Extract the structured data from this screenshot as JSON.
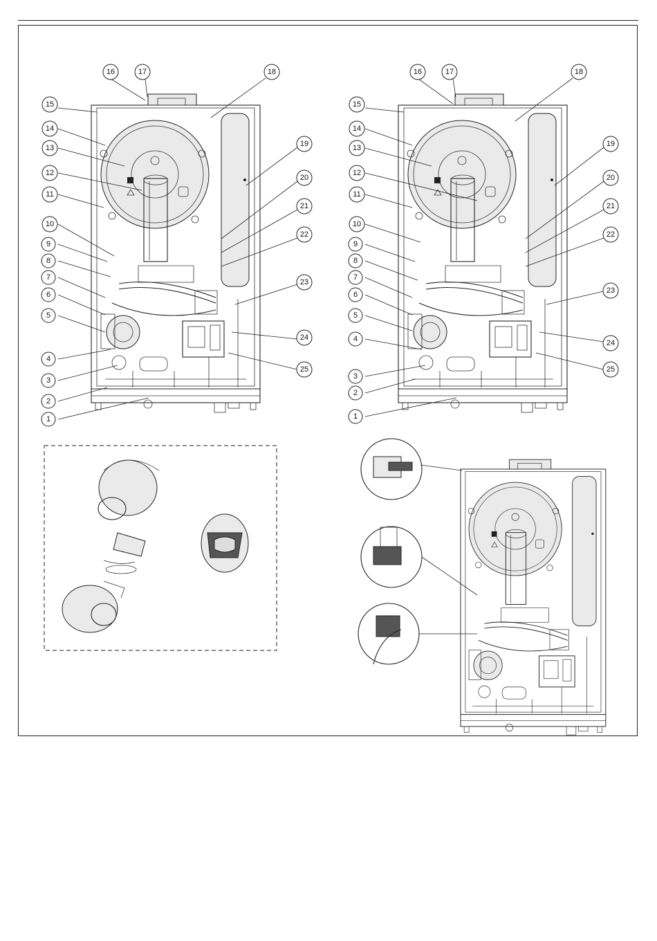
{
  "callouts": [
    {
      "id": "callout-1",
      "label": "1"
    },
    {
      "id": "callout-2",
      "label": "2"
    },
    {
      "id": "callout-3",
      "label": "3"
    },
    {
      "id": "callout-4",
      "label": "4"
    },
    {
      "id": "callout-5",
      "label": "5"
    },
    {
      "id": "callout-6",
      "label": "6"
    },
    {
      "id": "callout-7",
      "label": "7"
    },
    {
      "id": "callout-8",
      "label": "8"
    },
    {
      "id": "callout-9",
      "label": "9"
    },
    {
      "id": "callout-10",
      "label": "10"
    },
    {
      "id": "callout-11",
      "label": "11"
    },
    {
      "id": "callout-12",
      "label": "12"
    },
    {
      "id": "callout-13",
      "label": "13"
    },
    {
      "id": "callout-14",
      "label": "14"
    },
    {
      "id": "callout-15",
      "label": "15"
    },
    {
      "id": "callout-16",
      "label": "16"
    },
    {
      "id": "callout-17",
      "label": "17"
    },
    {
      "id": "callout-18",
      "label": "18"
    },
    {
      "id": "callout-19",
      "label": "19"
    },
    {
      "id": "callout-20",
      "label": "20"
    },
    {
      "id": "callout-21",
      "label": "21"
    },
    {
      "id": "callout-22",
      "label": "22"
    },
    {
      "id": "callout-23",
      "label": "23"
    },
    {
      "id": "callout-24",
      "label": "24"
    },
    {
      "id": "callout-25",
      "label": "25"
    }
  ]
}
